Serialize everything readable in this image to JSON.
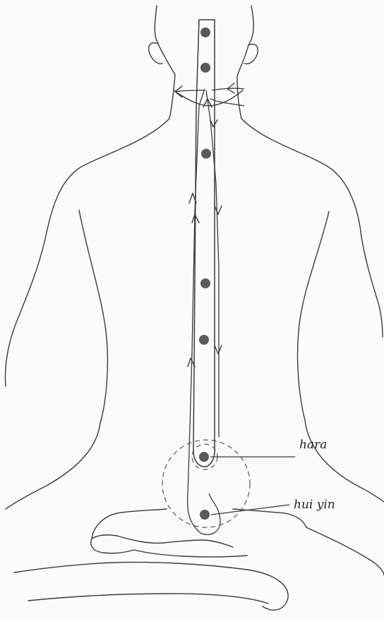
{
  "labels": {
    "hara": "hara",
    "hui_yin": "hui yin"
  },
  "colors": {
    "line": "#3a3a3a",
    "point": "#5a5a5a",
    "background": "#fbfbf9"
  },
  "points_count": 7,
  "annotated_points": [
    "hara",
    "hui yin"
  ]
}
